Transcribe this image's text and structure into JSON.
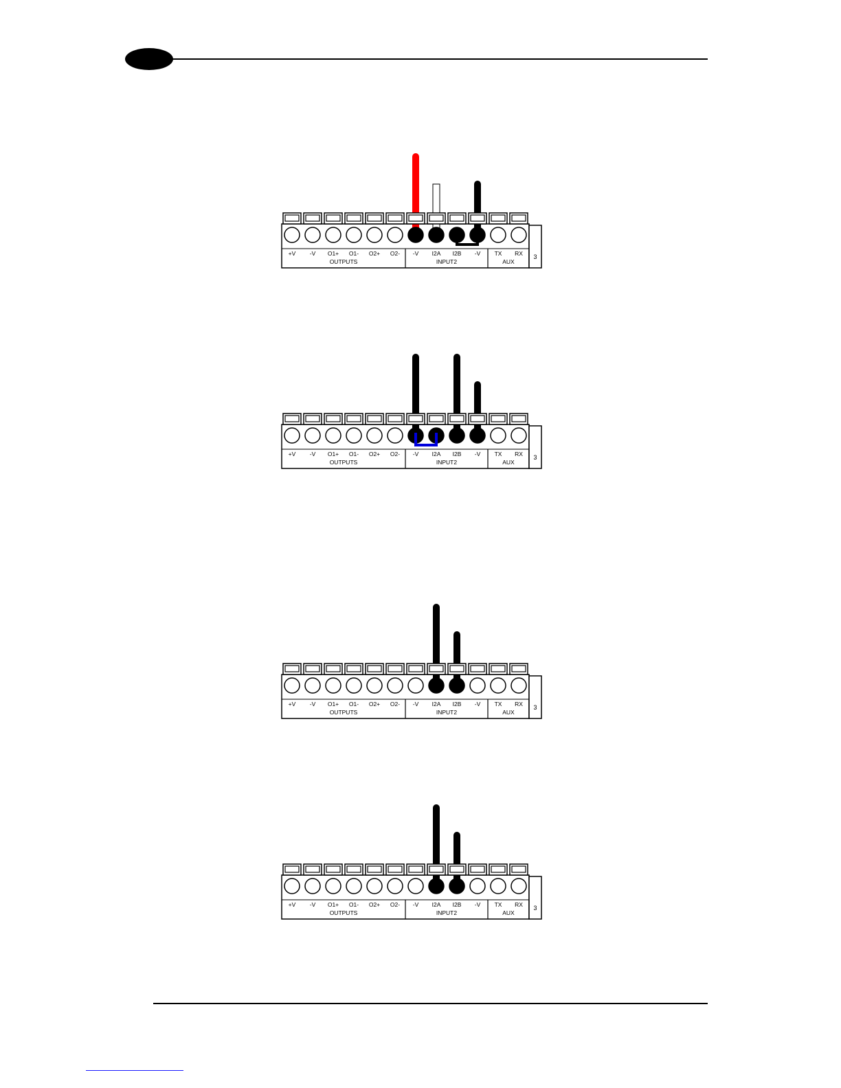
{
  "terminal_block": {
    "pin_labels": [
      "+V",
      "-V",
      "O1+",
      "O1-",
      "O2+",
      "O2-",
      "-V",
      "I2A",
      "I2B",
      "-V",
      "TX",
      "RX"
    ],
    "group_labels": {
      "outputs": "OUTPUTS",
      "input2": "INPUT2",
      "aux": "AUX"
    },
    "end_label": "3"
  },
  "diagrams": [
    {
      "wires": [
        {
          "pin": 6,
          "color": "#ff0000",
          "style": "solid",
          "length": "long"
        },
        {
          "pin": 7,
          "color": "#ffffff",
          "style": "outline",
          "length": "medium"
        },
        {
          "pin": 9,
          "color": "#000000",
          "style": "solid",
          "length": "medium"
        }
      ],
      "connected_pins": [
        6,
        7,
        8,
        9
      ],
      "jumper": {
        "from": 8,
        "to": 9,
        "color": "#000000"
      }
    },
    {
      "wires": [
        {
          "pin": 6,
          "color": "#000000",
          "style": "solid",
          "length": "long"
        },
        {
          "pin": 8,
          "color": "#000000",
          "style": "solid",
          "length": "long"
        },
        {
          "pin": 9,
          "color": "#000000",
          "style": "solid",
          "length": "medium"
        }
      ],
      "connected_pins": [
        6,
        7,
        8,
        9
      ],
      "jumper": {
        "from": 6,
        "to": 7,
        "color": "#0000dd"
      }
    },
    {
      "wires": [
        {
          "pin": 7,
          "color": "#000000",
          "style": "solid",
          "length": "long"
        },
        {
          "pin": 8,
          "color": "#000000",
          "style": "solid",
          "length": "medium"
        }
      ],
      "connected_pins": [
        7,
        8
      ],
      "jumper": null
    },
    {
      "wires": [
        {
          "pin": 7,
          "color": "#000000",
          "style": "solid",
          "length": "long"
        },
        {
          "pin": 8,
          "color": "#000000",
          "style": "solid",
          "length": "medium"
        }
      ],
      "connected_pins": [
        7,
        8
      ],
      "jumper": null
    }
  ]
}
